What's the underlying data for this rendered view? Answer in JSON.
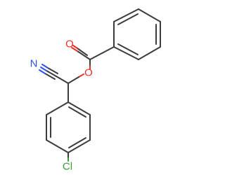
{
  "molecule": {
    "atoms": {
      "ester_carbonyl_oxygen": "O",
      "ester_oxygen": "O",
      "nitrile_nitrogen": "N",
      "chlorine": "Cl"
    }
  },
  "colors": {
    "bond": "#3c3c3c",
    "oxygen": "#e8332a",
    "nitrogen": "#3050f8",
    "chlorine": "#3aa035",
    "background": "#ffffff"
  }
}
